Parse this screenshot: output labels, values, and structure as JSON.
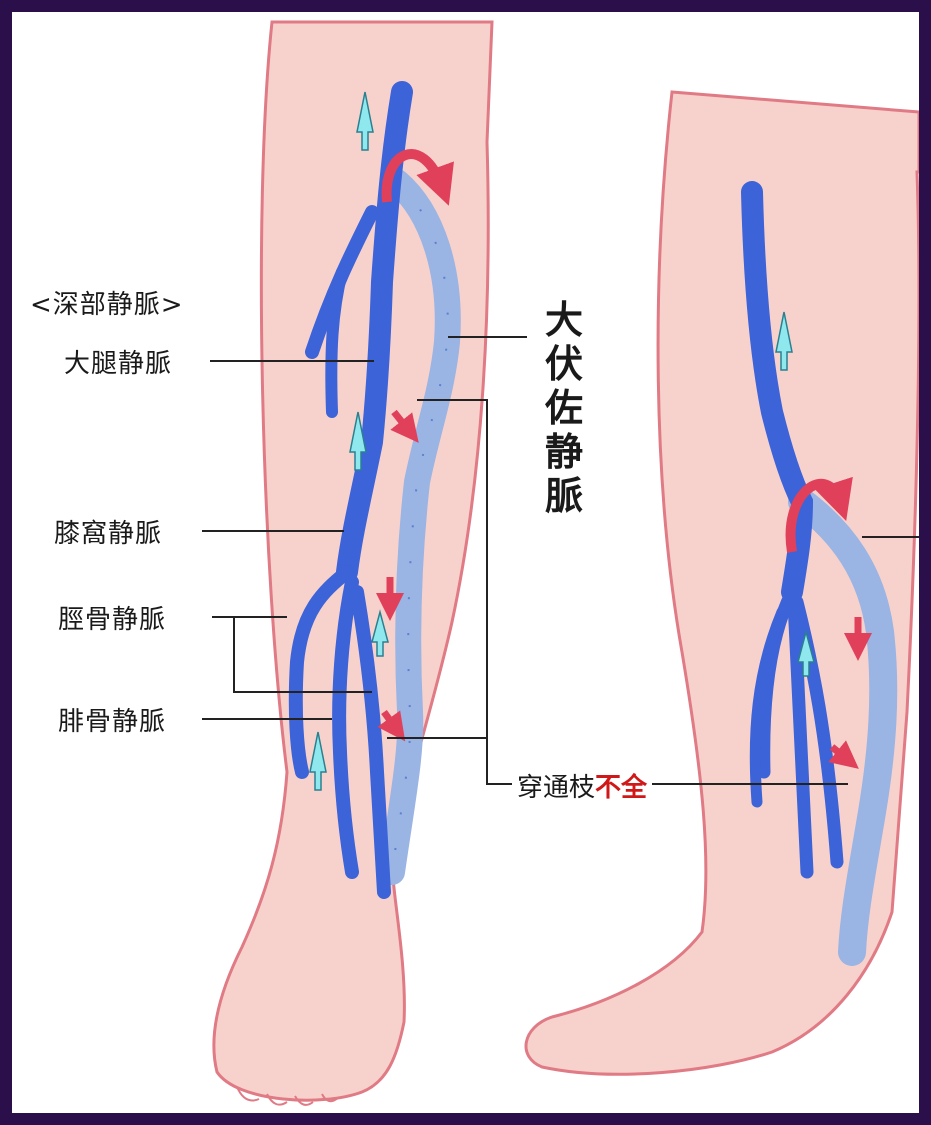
{
  "labels": {
    "deep_veins_header": "<深部静脈>",
    "femoral_vein": "大腿静脈",
    "popliteal_vein": "膝窩静脈",
    "tibial_vein": "脛骨静脈",
    "fibular_vein": "腓骨静脈",
    "great_saphenous_vein": "大伏佐静脈",
    "perforator_prefix": "穿通枝",
    "perforator_suffix": "不全"
  },
  "colors": {
    "background_frame": "#2b0f4a",
    "skin": "#f7d2cc",
    "skin_outline": "#e07a85",
    "deep_vein": "#3d63d8",
    "saphenous_vein": "#9ab4e4",
    "reflux_arrow": "#e0405a",
    "flow_arrow": "#8fe8ee"
  }
}
